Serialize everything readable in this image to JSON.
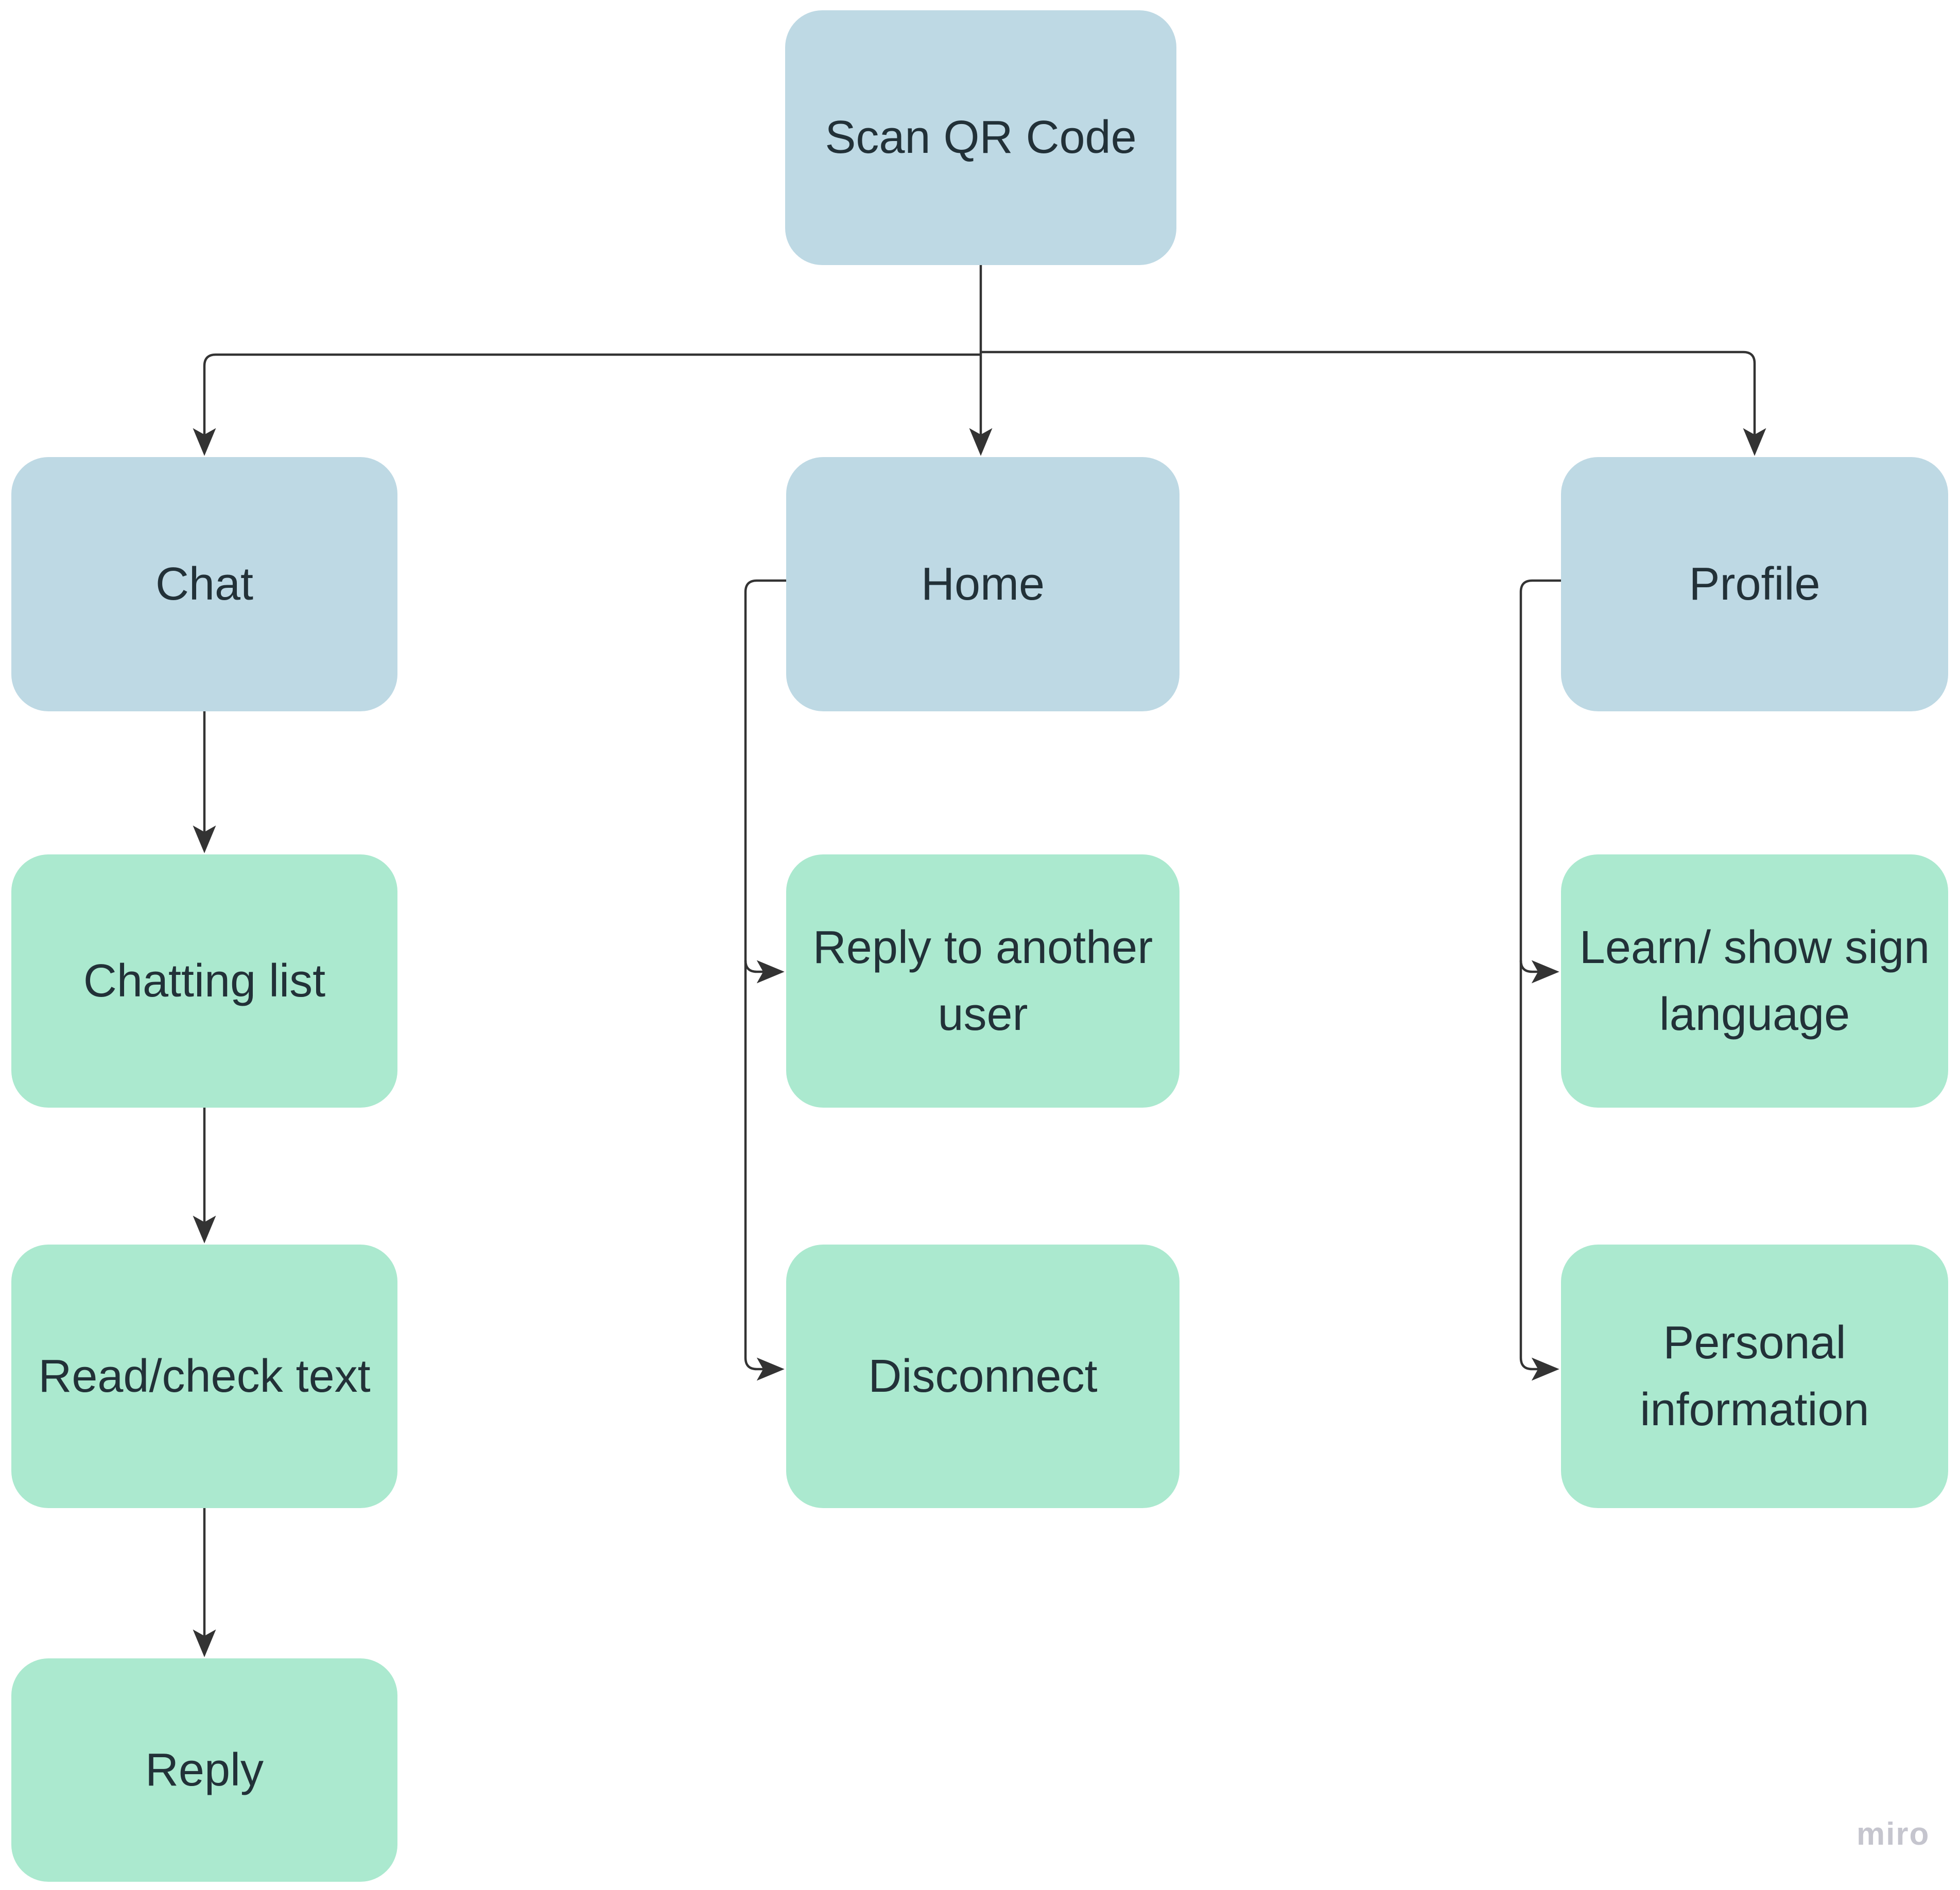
{
  "diagram_type": "flowchart",
  "colors": {
    "level1_fill": "#bed9e4",
    "level2_fill": "#abe9cf",
    "text": "#223138",
    "connector": "#333333",
    "watermark": "#c5c5ce",
    "background": "#ffffff"
  },
  "nodes": {
    "scan_qr": {
      "label": "Scan QR Code",
      "level": "primary"
    },
    "chat": {
      "label": "Chat",
      "level": "primary"
    },
    "home": {
      "label": "Home",
      "level": "primary"
    },
    "profile": {
      "label": "Profile",
      "level": "primary"
    },
    "chatting_list": {
      "label": "Chatting list",
      "level": "secondary"
    },
    "reply_to_another_user": {
      "label": "Reply to another user",
      "level": "secondary"
    },
    "learn_show_sign_language": {
      "label": "Learn/ show sign language",
      "level": "secondary"
    },
    "read_check_text": {
      "label": "Read/check text",
      "level": "secondary"
    },
    "disconnect": {
      "label": "Disconnect",
      "level": "secondary"
    },
    "personal_information": {
      "label": "Personal information",
      "level": "secondary"
    },
    "reply": {
      "label": "Reply",
      "level": "secondary"
    }
  },
  "edges": [
    {
      "from": "Scan QR Code",
      "to": "Chat"
    },
    {
      "from": "Scan QR Code",
      "to": "Home"
    },
    {
      "from": "Scan QR Code",
      "to": "Profile"
    },
    {
      "from": "Chat",
      "to": "Chatting list"
    },
    {
      "from": "Chatting list",
      "to": "Read/check text"
    },
    {
      "from": "Read/check text",
      "to": "Reply"
    },
    {
      "from": "Home",
      "to": "Reply to another user"
    },
    {
      "from": "Home",
      "to": "Disconnect"
    },
    {
      "from": "Profile",
      "to": "Learn/ show sign language"
    },
    {
      "from": "Profile",
      "to": "Personal information"
    }
  ],
  "watermark": {
    "label": "miro"
  }
}
